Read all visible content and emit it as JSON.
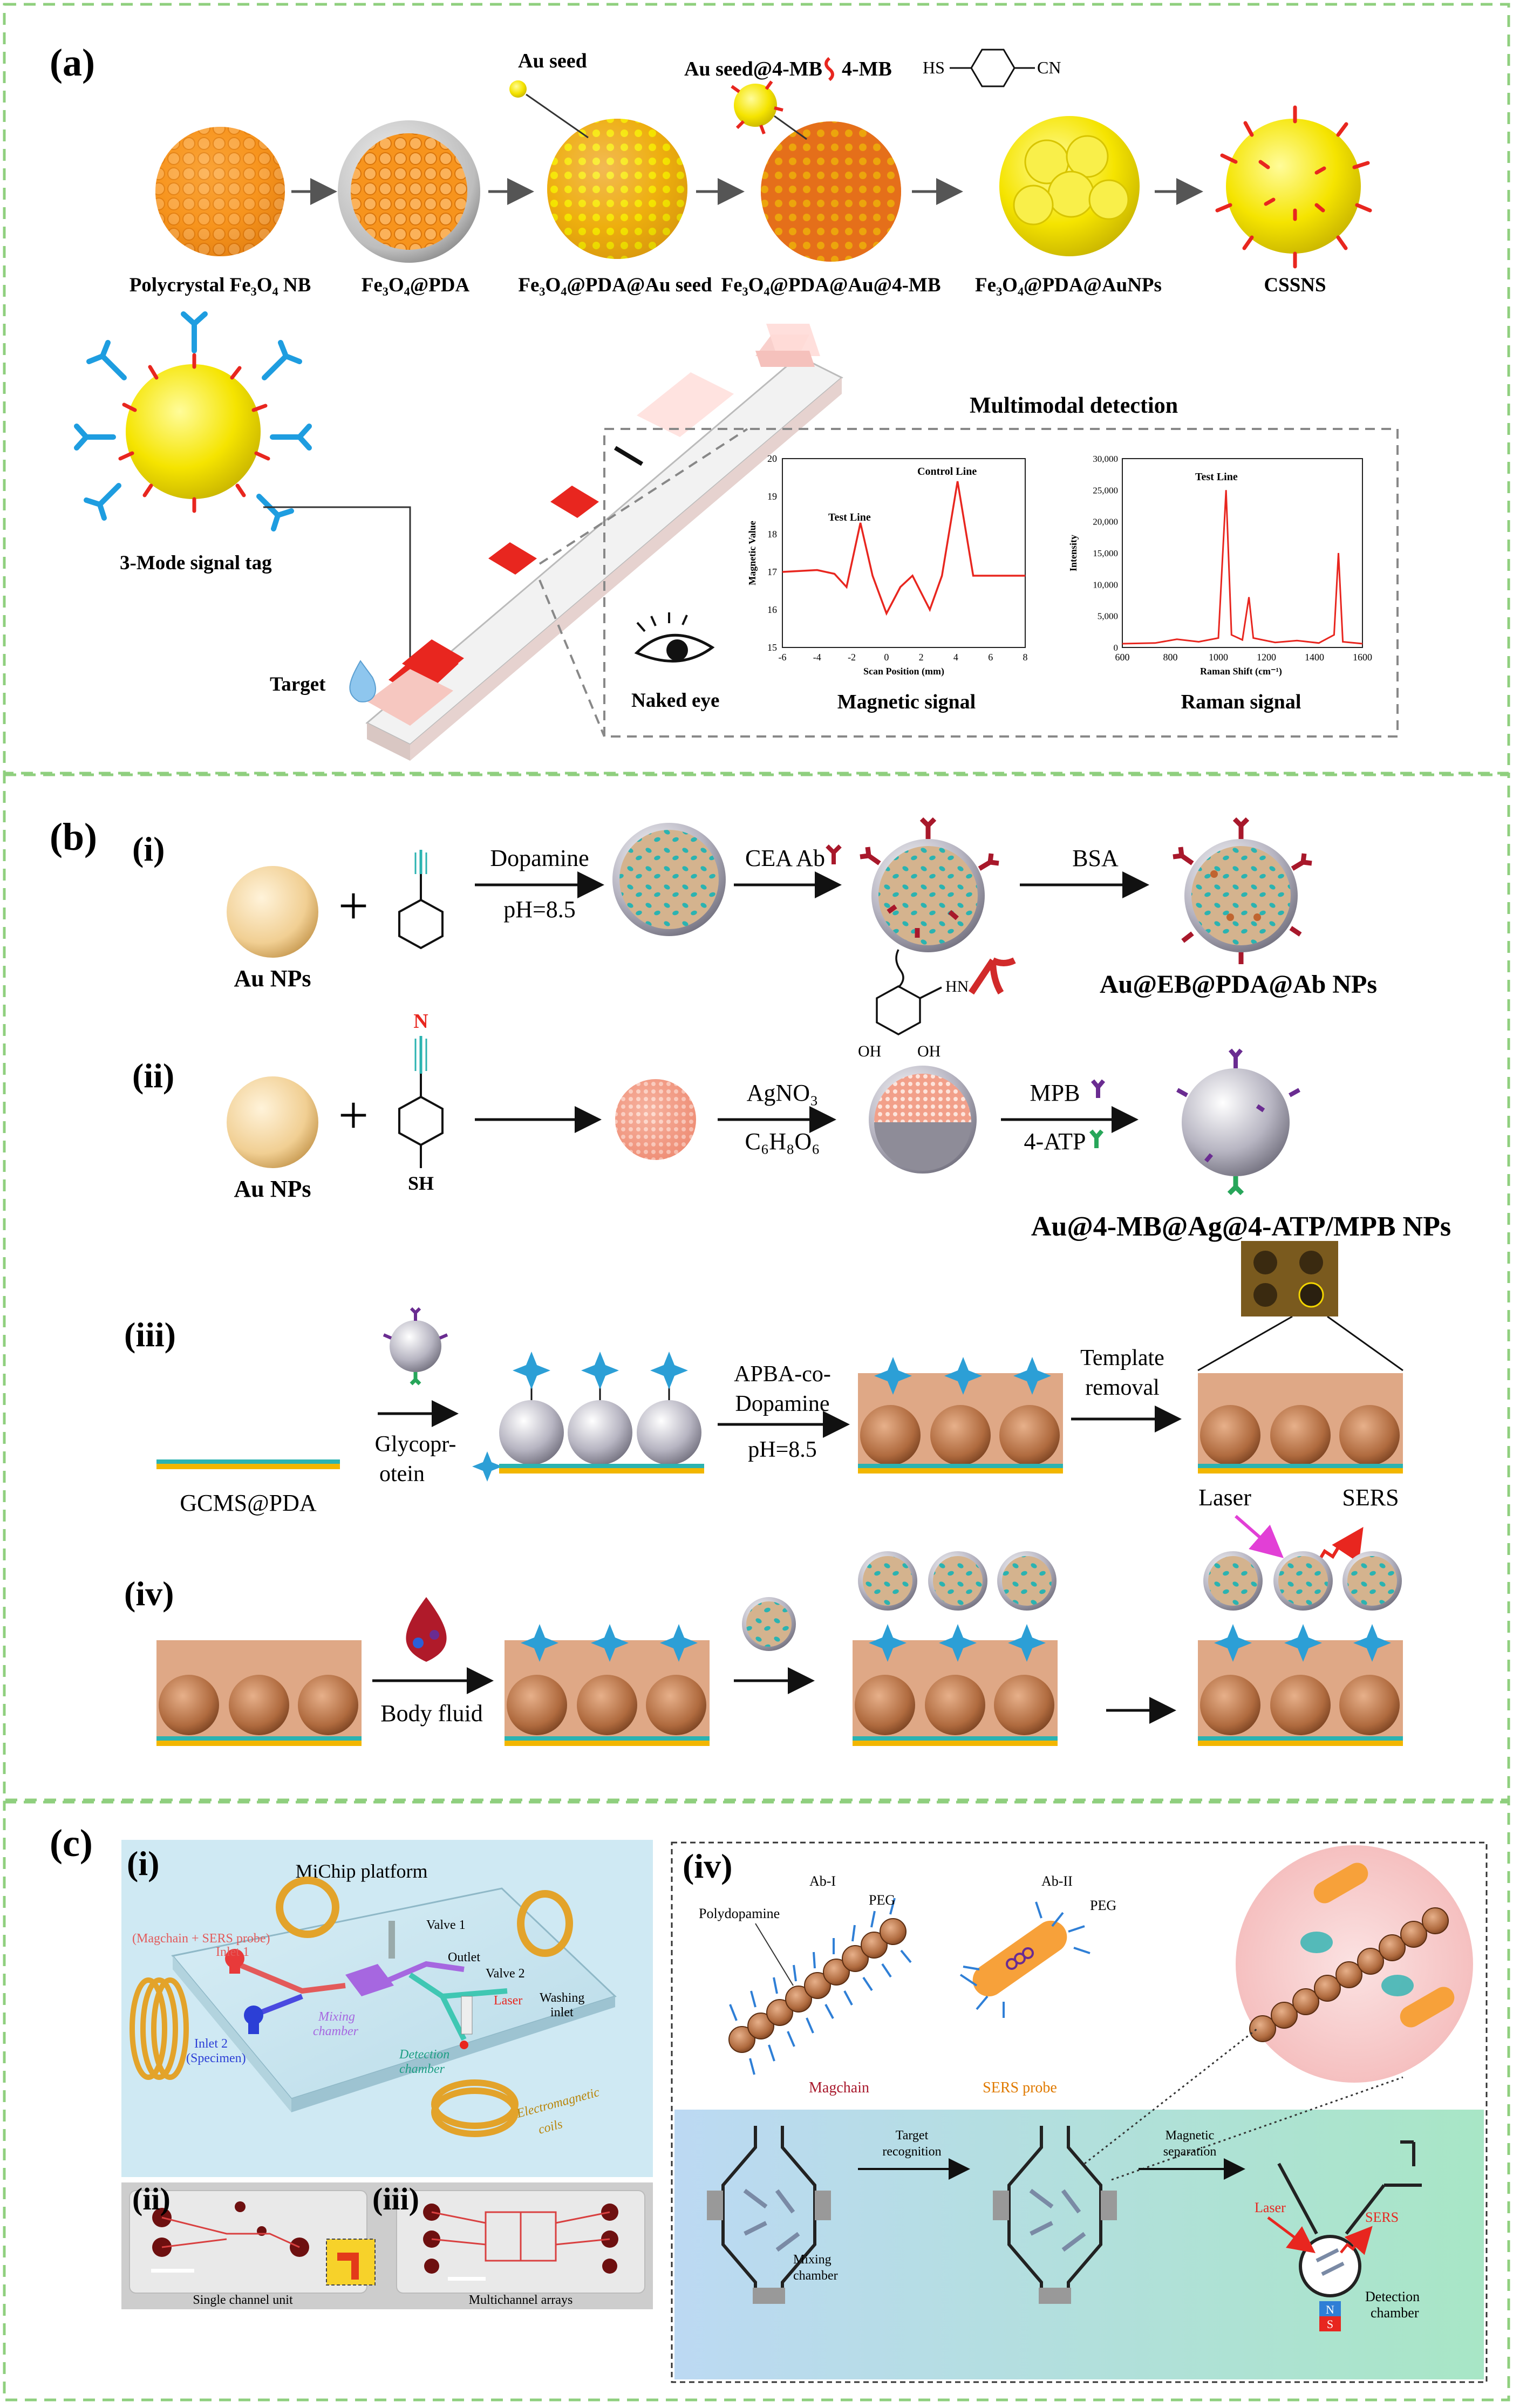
{
  "panel_a": {
    "letter": "(a)",
    "au_seed": "Au seed",
    "au_seed_4mb": "Au seed@4-MB",
    "mb_4": "4-MB",
    "hs": "HS",
    "cn": "CN",
    "captions": [
      "Polycrystal Fe₃O₄ NB",
      "Fe₃O₄@PDA",
      "Fe₃O₄@PDA@Au seed",
      "Fe₃O₄@PDA@Au@4-MB",
      "Fe₃O₄@PDA@AuNPs",
      "CSSNS"
    ],
    "signal_tag": "3-Mode signal tag",
    "target": "Target",
    "multimodal": "Multimodal detection",
    "naked_eye": "Naked eye",
    "magnetic_signal": "Magnetic signal",
    "raman_signal": "Raman signal",
    "mag_chart": {
      "title": "",
      "xlabel": "Scan Position (mm)",
      "ylabel": "Magnetic Value",
      "xticks": [
        "-6",
        "-4",
        "-2",
        "0",
        "2",
        "4",
        "6",
        "8"
      ],
      "yticks": [
        "15",
        "16",
        "17",
        "18",
        "19",
        "20"
      ],
      "test_line": "Test Line",
      "control_line": "Control Line"
    },
    "raman_chart": {
      "title": "",
      "xlabel": "Raman Shift (cm⁻¹)",
      "ylabel": "Intensity",
      "xticks": [
        "600",
        "800",
        "1000",
        "1200",
        "1400",
        "1600"
      ],
      "yticks": [
        "0",
        "5,000",
        "10,000",
        "15,000",
        "20,000",
        "25,000",
        "30,000"
      ],
      "test_line": "Test Line"
    }
  },
  "panel_b": {
    "letter": "(b)",
    "i": "(i)",
    "ii": "(ii)",
    "iii": "(iii)",
    "iv": "(iv)",
    "au_nps": "Au NPs",
    "dopamine": "Dopamine",
    "ph": "pH=8.5",
    "cea_ab": "CEA Ab",
    "bsa": "BSA",
    "product_i": "Au@EB@PDA@Ab NPs",
    "hn": "HN",
    "oh": "OH",
    "n": "N",
    "sh": "SH",
    "agno3": "AgNO₃",
    "c6h8o6": "C₆H₈O₆",
    "mpb": "MPB",
    "atp": "4-ATP",
    "product_ii": "Au@4-MB@Ag@4-ATP/MPB NPs",
    "glyco1": "Glycopr-",
    "glyco2": "otein",
    "gcms": "GCMS@PDA",
    "apba1": "APBA-co-",
    "apba2": "Dopamine",
    "template1": "Template",
    "template2": "removal",
    "laser": "Laser",
    "sers": "SERS",
    "body_fluid": "Body fluid"
  },
  "panel_c": {
    "letter": "(c)",
    "i": "(i)",
    "ii": "(ii)",
    "iii": "(iii)",
    "iv": "(iv)",
    "platform": "MiChip platform",
    "inlet1a": "(Magchain + SERS probe)",
    "inlet1b": "Inlet 1",
    "inlet2a": "Inlet 2",
    "inlet2b": "(Specimen)",
    "mixing": "Mixing",
    "chamber": "chamber",
    "detection": "Detection",
    "valve1": "Valve 1",
    "outlet": "Outlet",
    "valve2": "Valve 2",
    "laser": "Laser",
    "washing": "Washing",
    "inlet": "inlet",
    "electro1": "Electromagnetic",
    "electro2": "coils",
    "single": "Single channel unit",
    "multi": "Multichannel arrays",
    "ab1": "Ab-I",
    "ab2": "Ab-II",
    "peg": "PEG",
    "polydopamine": "Polydopamine",
    "magchain": "Magchain",
    "sers_probe": "SERS probe",
    "target1": "Target",
    "target2": "recognition",
    "magsep1": "Magnetic",
    "magsep2": "separation",
    "sers": "SERS",
    "n": "N",
    "s": "S"
  },
  "colors": {
    "frame": "#8fcf7e",
    "orange": "#f7941d",
    "gold": "#f5e400",
    "red": "#e8261f",
    "teal": "#2bb3b1",
    "purple": "#6a2c91"
  }
}
